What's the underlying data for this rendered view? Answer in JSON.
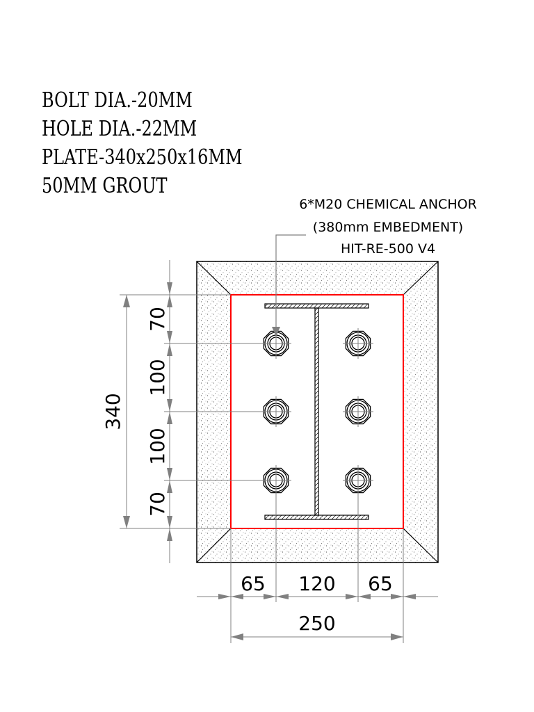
{
  "notes": [
    "BOLT DIA.-20MM",
    "HOLE DIA.-22MM",
    "PLATE-340x250x16MM",
    "50MM GROUT"
  ],
  "callout": {
    "line1": "6*M20 CHEMICAL ANCHOR",
    "line2": "(380mm EMBEDMENT)",
    "line3": "HIT-RE-500 V4"
  },
  "dimensions": {
    "plate_height": "340",
    "edge_top": "70",
    "spacing_1": "100",
    "spacing_2": "100",
    "edge_bottom": "70",
    "edge_left": "65",
    "bolt_gauge": "120",
    "edge_right": "65",
    "plate_width": "250"
  },
  "colors": {
    "line": "#000000",
    "plate_outline": "#ff0000",
    "dimension": "#808080",
    "hatch": "#555555"
  }
}
